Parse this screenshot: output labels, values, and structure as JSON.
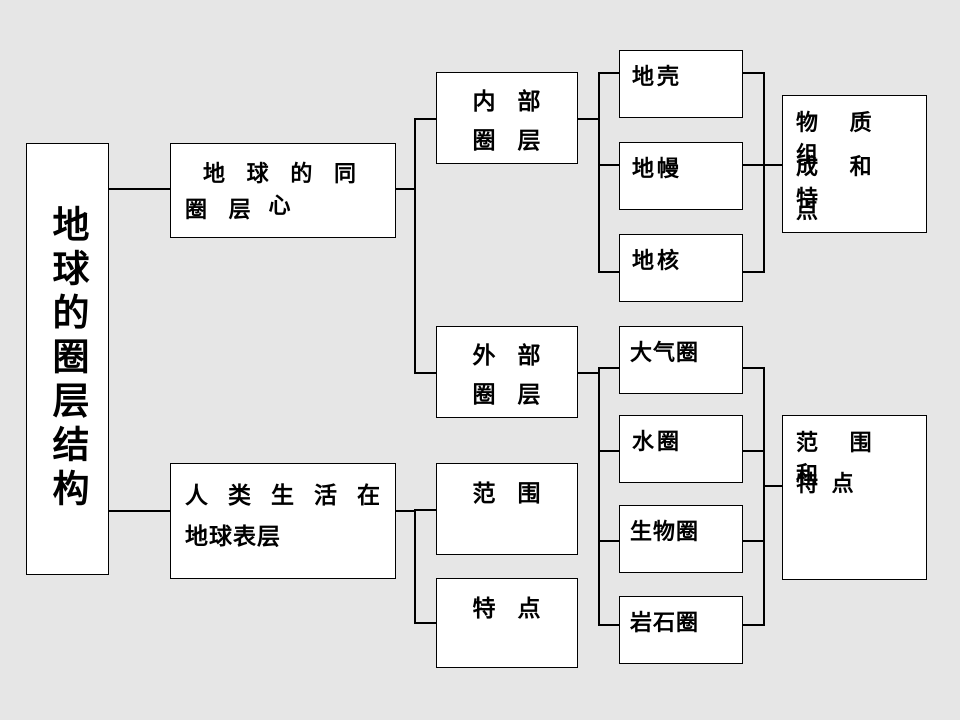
{
  "diagram": {
    "title_text": "地球的圈层结构",
    "background_color": "#e6e6e6",
    "box_fill_color": "#ffffff",
    "line_color": "#000000",
    "type": "hierarchical-tree",
    "nodes": {
      "root": {
        "label": "地球的圈层结构"
      },
      "level1": [
        {
          "label": "地球的同心圈层",
          "line1": "地 球 的 同 心",
          "line2": "圈 层"
        },
        {
          "label": "人类生活在地球表层",
          "line1": "人 类 生 活 在",
          "line2": "地球表层"
        }
      ],
      "level2": [
        {
          "label": "内部圈层",
          "line1": "内 部",
          "line2": "圈 层"
        },
        {
          "label": "外部圈层",
          "line1": "外 部",
          "line2": "圈 层"
        },
        {
          "label": "范围",
          "line1": "范 围"
        },
        {
          "label": "特点",
          "line1": "特 点"
        }
      ],
      "level3": [
        {
          "label": "地壳"
        },
        {
          "label": "地幔"
        },
        {
          "label": "地核"
        },
        {
          "label": "大气圈"
        },
        {
          "label": "水圈"
        },
        {
          "label": "生物圈"
        },
        {
          "label": "岩石圈"
        }
      ],
      "level4": [
        {
          "label": "物质组成和特点",
          "line1": "物 质 组",
          "line2": "成 和 特",
          "line3": "点"
        },
        {
          "label": "范围和特点",
          "line1": "范 围 和",
          "line2": "特 点"
        }
      ]
    }
  }
}
